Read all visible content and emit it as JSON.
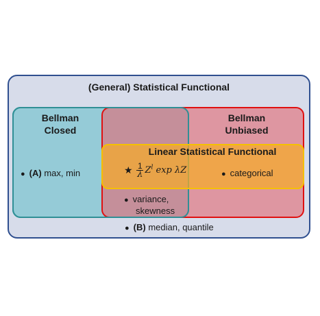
{
  "outer": {
    "title": "(General) Statistical Functional"
  },
  "bellman_closed": {
    "line1": "Bellman",
    "line2": "Closed"
  },
  "bellman_unbiased": {
    "line1": "Bellman",
    "line2": "Unbiased"
  },
  "linear": {
    "title": "Linear Statistical Functional"
  },
  "items": {
    "a_label": "(A)",
    "a_text": "max, min",
    "star_frac_num": "1",
    "star_frac_den": "λ",
    "star_rest_base": "Z",
    "star_rest_exp": "l",
    "star_rest_tail": " exp λZ",
    "categorical": "categorical",
    "variance_line1": "variance,",
    "variance_line2": "skewness",
    "b_label": "(B)",
    "b_text": "median, quantile"
  },
  "symbols": {
    "bullet": "●",
    "star": "★"
  },
  "colors": {
    "outer_fill": "#d7dcea",
    "outer_border": "#2f4f8f",
    "closed_fill": "#7fc6d0",
    "closed_border": "#1f9ea5",
    "unbiased_fill": "#e26a74",
    "unbiased_border": "#e01010",
    "linear_fill": "#f5aa28",
    "linear_border": "#f5c000"
  }
}
